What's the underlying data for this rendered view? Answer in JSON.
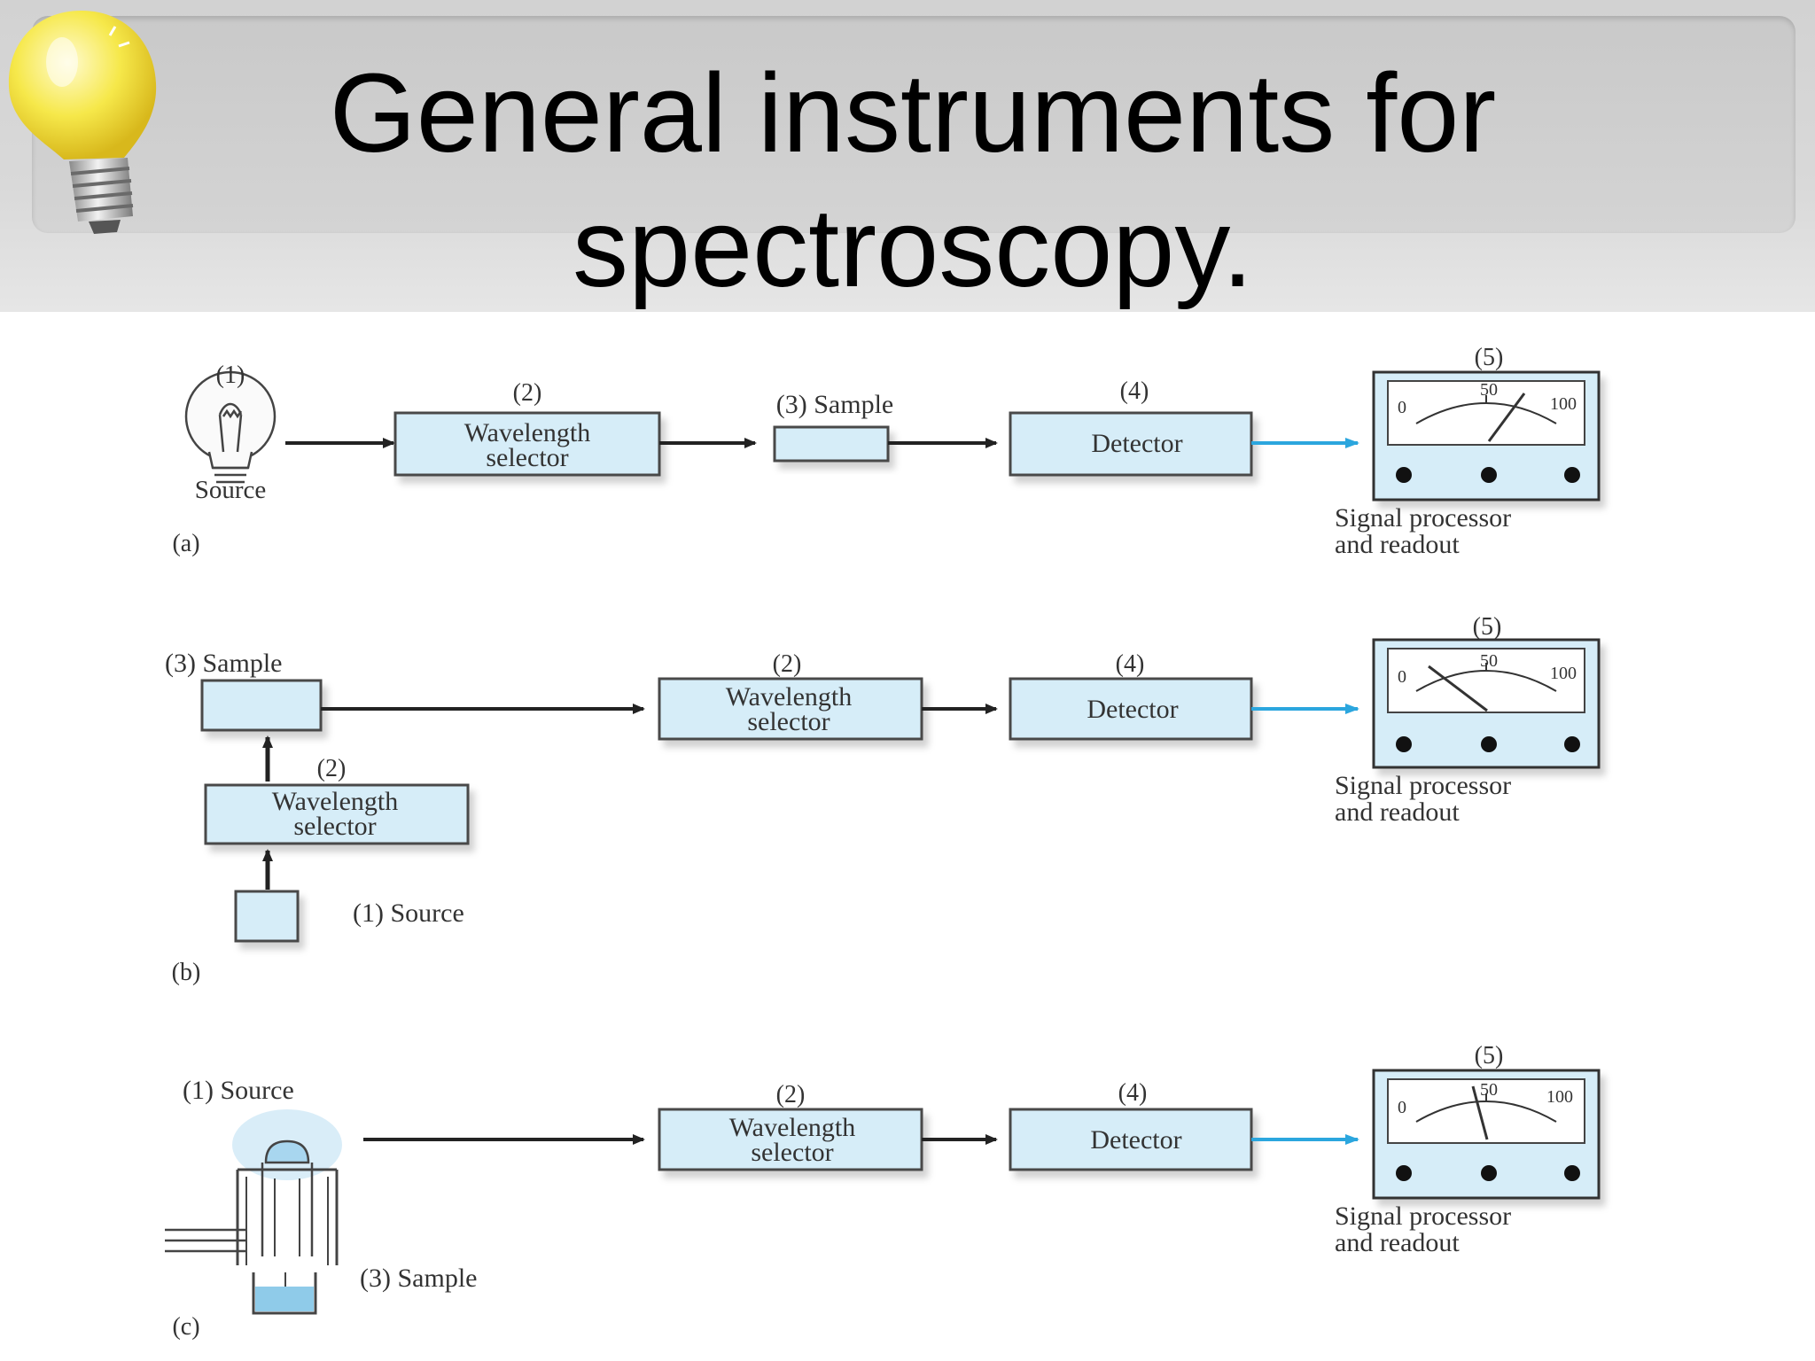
{
  "title": "General instruments for spectroscopy.",
  "colors": {
    "box_fill": "#d6edf8",
    "box_stroke": "#4a4a4a",
    "arrow_dark": "#222222",
    "arrow_blue": "#2ba6de",
    "bulb_yellow": "#f6e84a"
  },
  "icons": [
    "lightbulb-icon",
    "lamp-source-icon",
    "flame-source-icon",
    "meter-readout-icon"
  ],
  "panels": {
    "a": {
      "label": "(a)",
      "source_num": "(1)",
      "source_text": "Source",
      "wl_num": "(2)",
      "wl_line1": "Wavelength",
      "wl_line2": "selector",
      "sample_text": "(3) Sample",
      "det_num": "(4)",
      "det_text": "Detector",
      "readout_num": "(5)",
      "readout_line1": "Signal processor",
      "readout_line2": "and readout",
      "meter_scale": [
        "0",
        "50",
        "100"
      ]
    },
    "b": {
      "label": "(b)",
      "sample_text": "(3) Sample",
      "wl_side_num": "(2)",
      "wl_side_line1": "Wavelength",
      "wl_side_line2": "selector",
      "source_text": "(1) Source",
      "wl_num": "(2)",
      "wl_line1": "Wavelength",
      "wl_line2": "selector",
      "det_num": "(4)",
      "det_text": "Detector",
      "readout_num": "(5)",
      "readout_line1": "Signal processor",
      "readout_line2": "and readout",
      "meter_scale": [
        "0",
        "50",
        "100"
      ]
    },
    "c": {
      "label": "(c)",
      "source_text": "(1) Source",
      "sample_text": "(3) Sample",
      "wl_num": "(2)",
      "wl_line1": "Wavelength",
      "wl_line2": "selector",
      "det_num": "(4)",
      "det_text": "Detector",
      "readout_num": "(5)",
      "readout_line1": "Signal processor",
      "readout_line2": "and readout",
      "meter_scale": [
        "0",
        "50",
        "100"
      ]
    }
  }
}
